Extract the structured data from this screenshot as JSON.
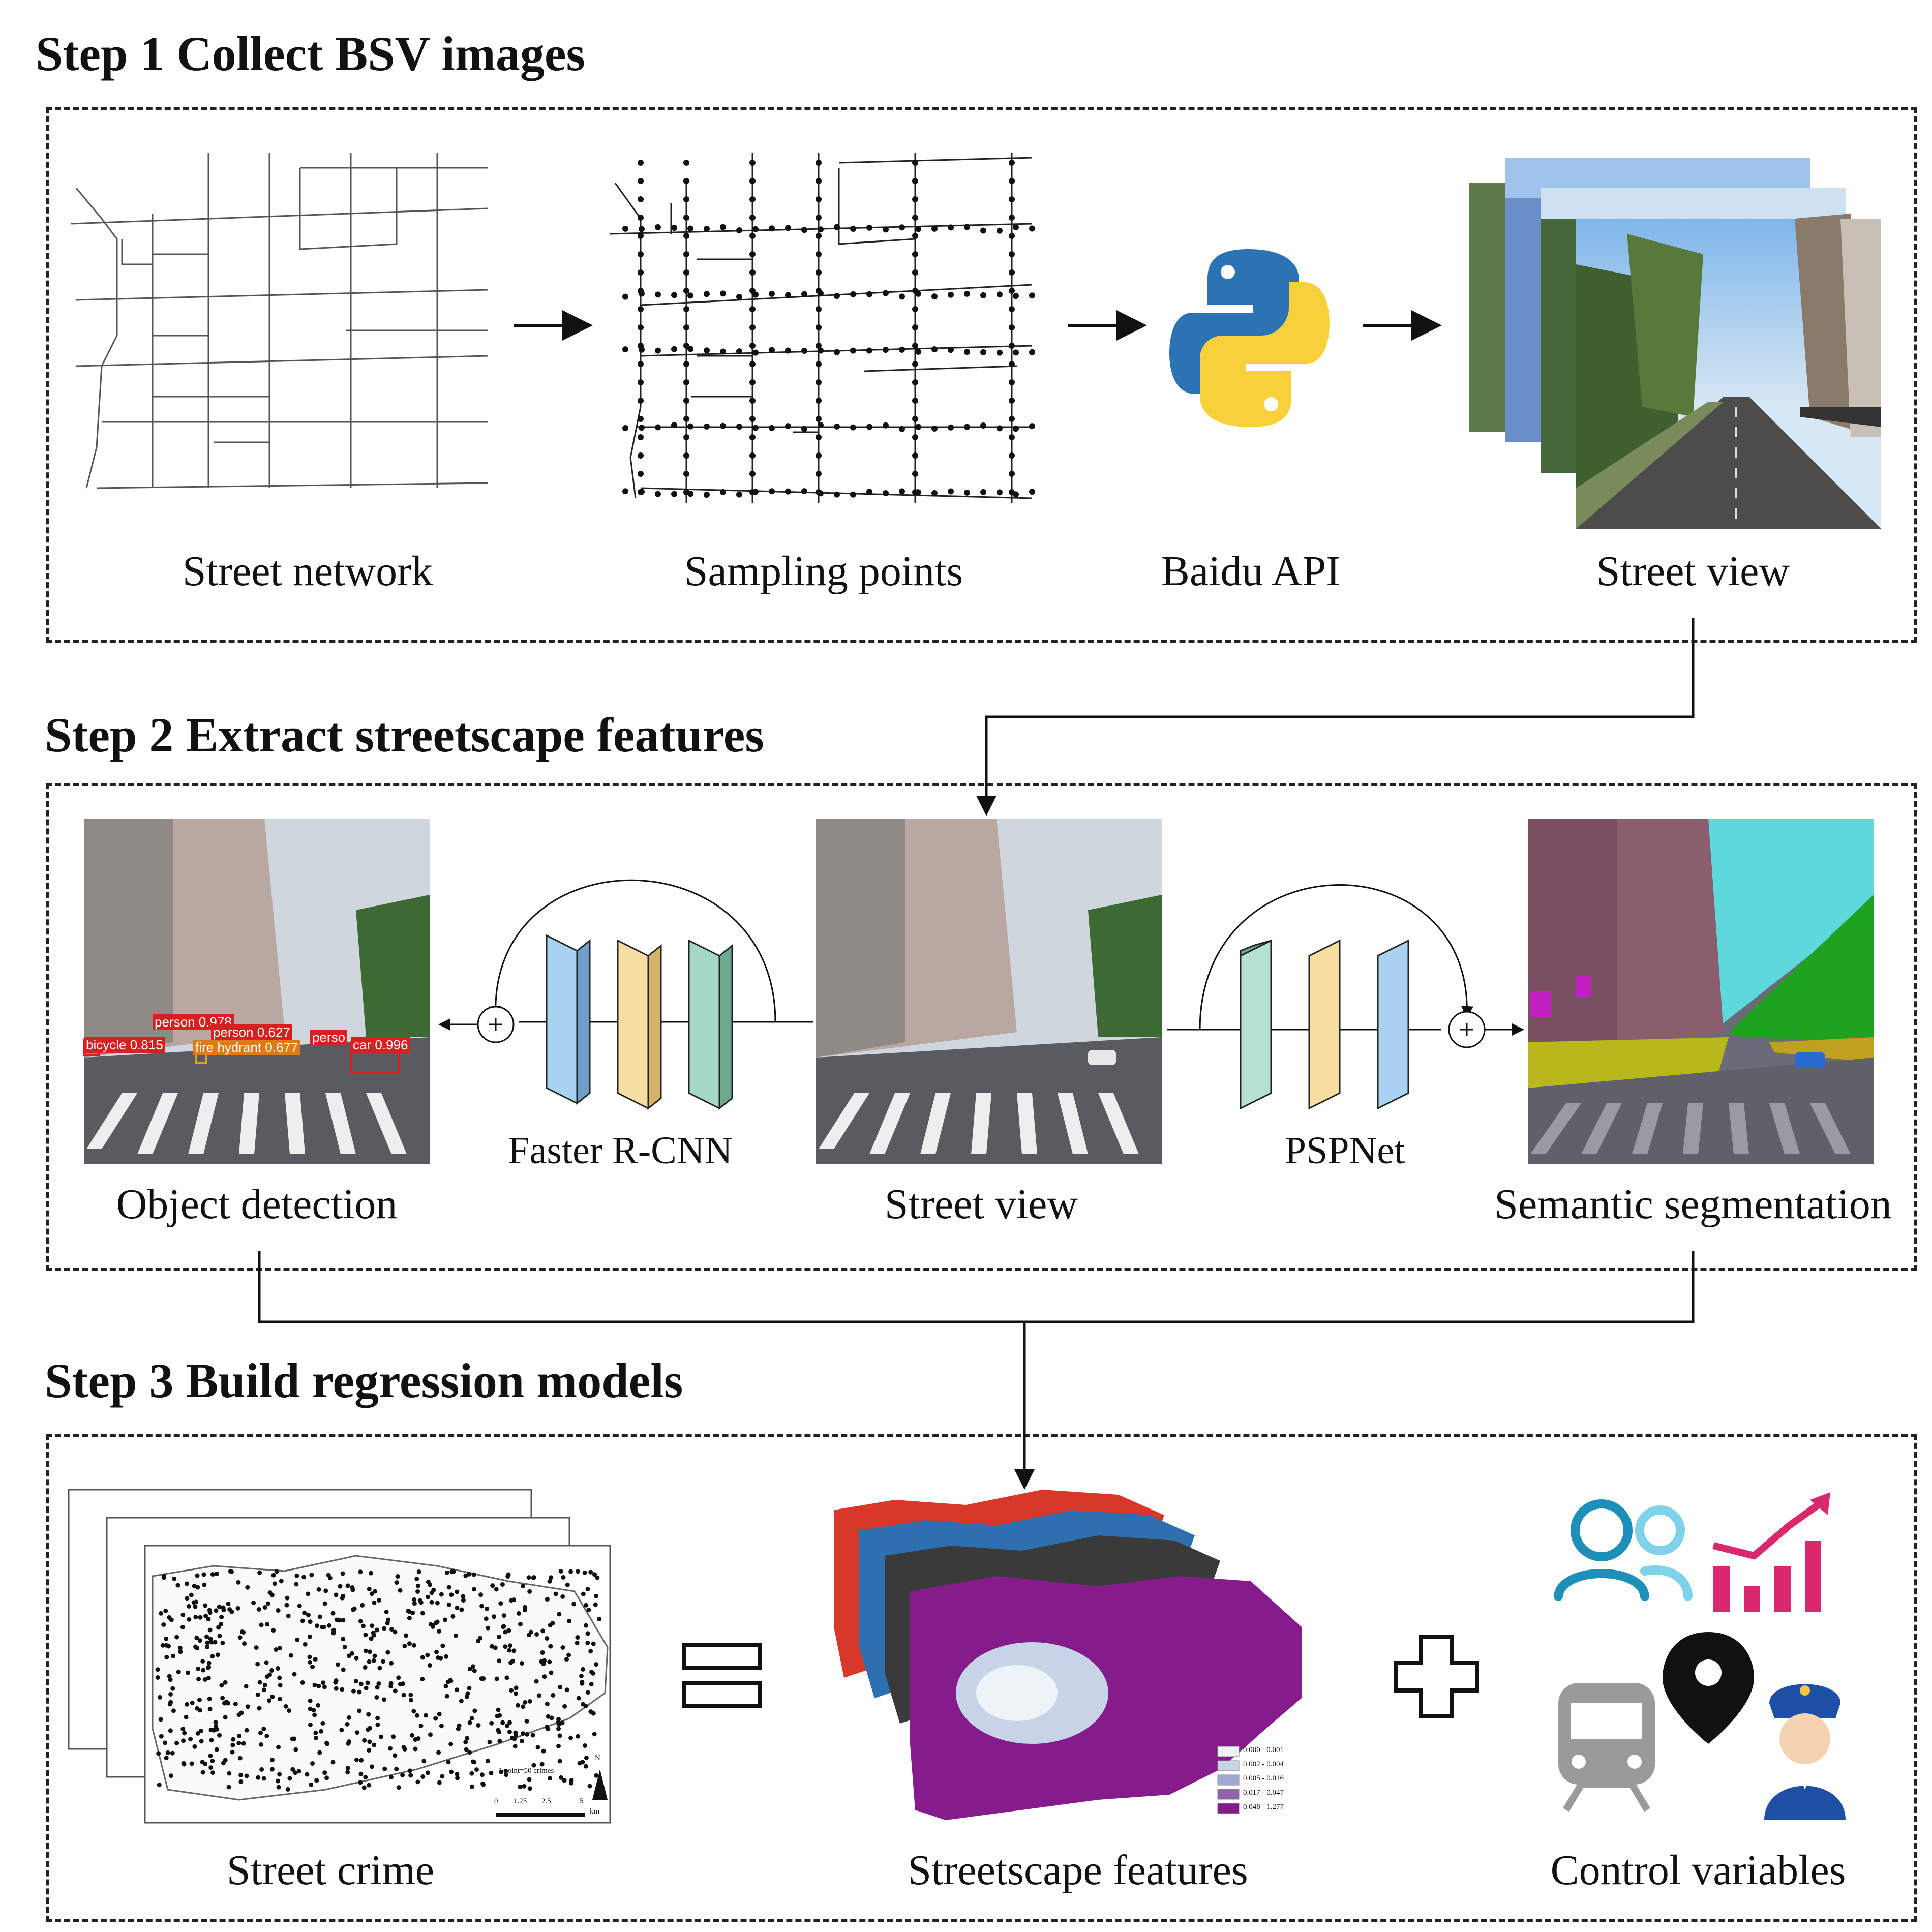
{
  "steps": [
    {
      "title": "Step 1 Collect BSV images"
    },
    {
      "title": "Step 2 Extract streetscape features"
    },
    {
      "title": "Step 3 Build regression models"
    }
  ],
  "step1": {
    "captions": [
      "Street network",
      "Sampling points",
      "Baidu API",
      "Street view"
    ]
  },
  "step2": {
    "captions": {
      "object_detection": "Object detection",
      "street_view": "Street view",
      "semantic_segmentation": "Semantic segmentation"
    },
    "models": {
      "left": "Faster R-CNN",
      "right": "PSPNet"
    },
    "detections": [
      {
        "text": "person 0.978",
        "style": "red"
      },
      {
        "text": "person 0.627",
        "style": "red"
      },
      {
        "text": "bicycle 0.815",
        "style": "red"
      },
      {
        "text": "fire hydrant 0.677",
        "style": "orange"
      },
      {
        "text": "perso",
        "style": "red"
      },
      {
        "text": "car 0.996",
        "style": "red"
      }
    ]
  },
  "step3": {
    "captions": {
      "street_crime": "Street crime",
      "streetscape_features": "Streetscape features",
      "control_variables": "Control variables"
    },
    "map_legend": {
      "point_note": "1 point=50 crimes",
      "scale": [
        "0",
        "1.25",
        "2.5",
        "5"
      ],
      "scale_unit": "km",
      "north": "N"
    },
    "feature_legend": [
      {
        "label": "0.000 - 0.001",
        "color": "#eef3f8"
      },
      {
        "label": "0.002 - 0.004",
        "color": "#c7d3e6"
      },
      {
        "label": "0.005 - 0.016",
        "color": "#9fa8d0"
      },
      {
        "label": "0.017 - 0.047",
        "color": "#8f63ad"
      },
      {
        "label": "0.048 - 1.277",
        "color": "#861c8c"
      }
    ]
  },
  "colors": {
    "python_blue": "#2c73b3",
    "python_yellow": "#f7d03c",
    "people_icon": "#1e8fb8",
    "chart_icon": "#d8296f",
    "map_purple": "#861c8c"
  }
}
